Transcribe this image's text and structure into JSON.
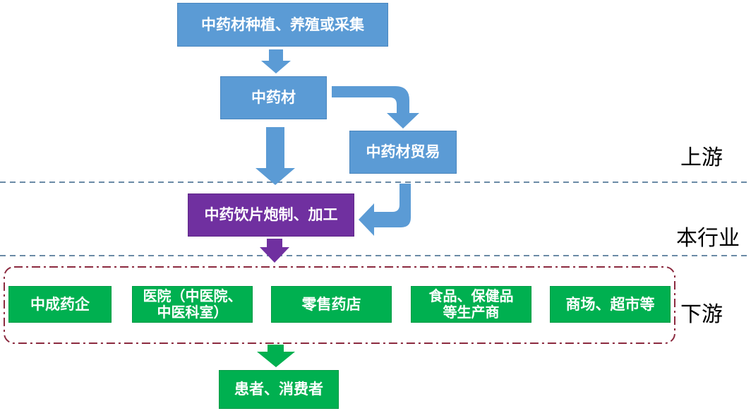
{
  "colors": {
    "blue": "#5b9bd5",
    "purple": "#7030a0",
    "green": "#00b050",
    "divider": "#6a8aa6",
    "group_border": "#8b2a3f"
  },
  "nodes": {
    "cultivation": "中药材种植、养殖或采集",
    "herbs": "中药材",
    "herb_trade": "中药材贸易",
    "processing": "中药饮片炮制、加工",
    "patent_medicine": "中成药企",
    "hospitals_line1": "医院（中医院、",
    "hospitals_line2": "中医科室）",
    "retail_pharmacy": "零售药店",
    "food_line1": "食品、保健品",
    "food_line2": "等生产商",
    "malls": "商场、超市等",
    "consumers": "患者、消费者"
  },
  "stages": {
    "upstream": "上游",
    "industry": "本行业",
    "downstream": "下游"
  }
}
